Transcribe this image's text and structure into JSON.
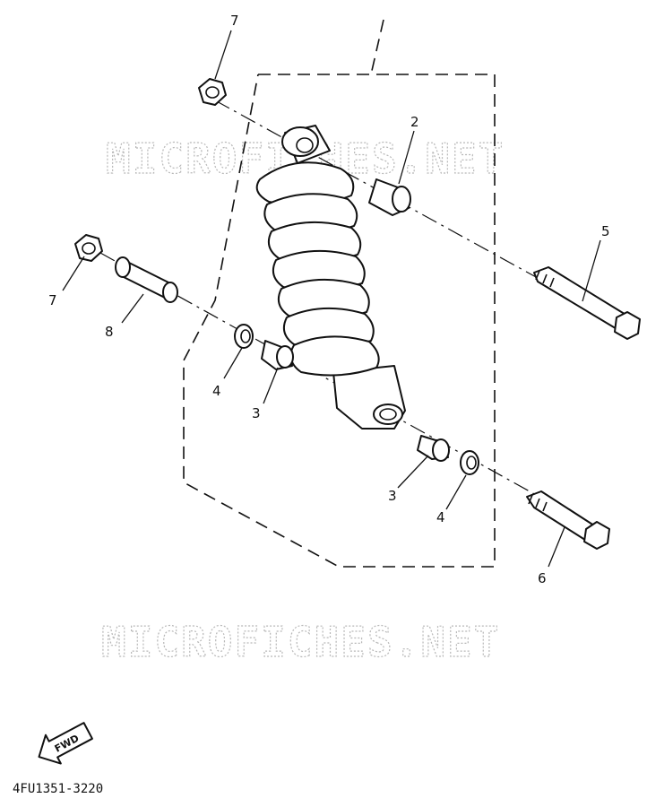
{
  "watermarks": [
    "MICROFICHES.NET",
    "MICROFICHES.NET"
  ],
  "callouts": {
    "p7_top": "7",
    "p2": "2",
    "p5": "5",
    "p7_left": "7",
    "p8": "8",
    "p4_left": "4",
    "p3_left": "3",
    "p3_right": "3",
    "p4_right": "4",
    "p6": "6"
  },
  "fwd_label": "FWD",
  "drawing_code": "4FU1351-3220"
}
